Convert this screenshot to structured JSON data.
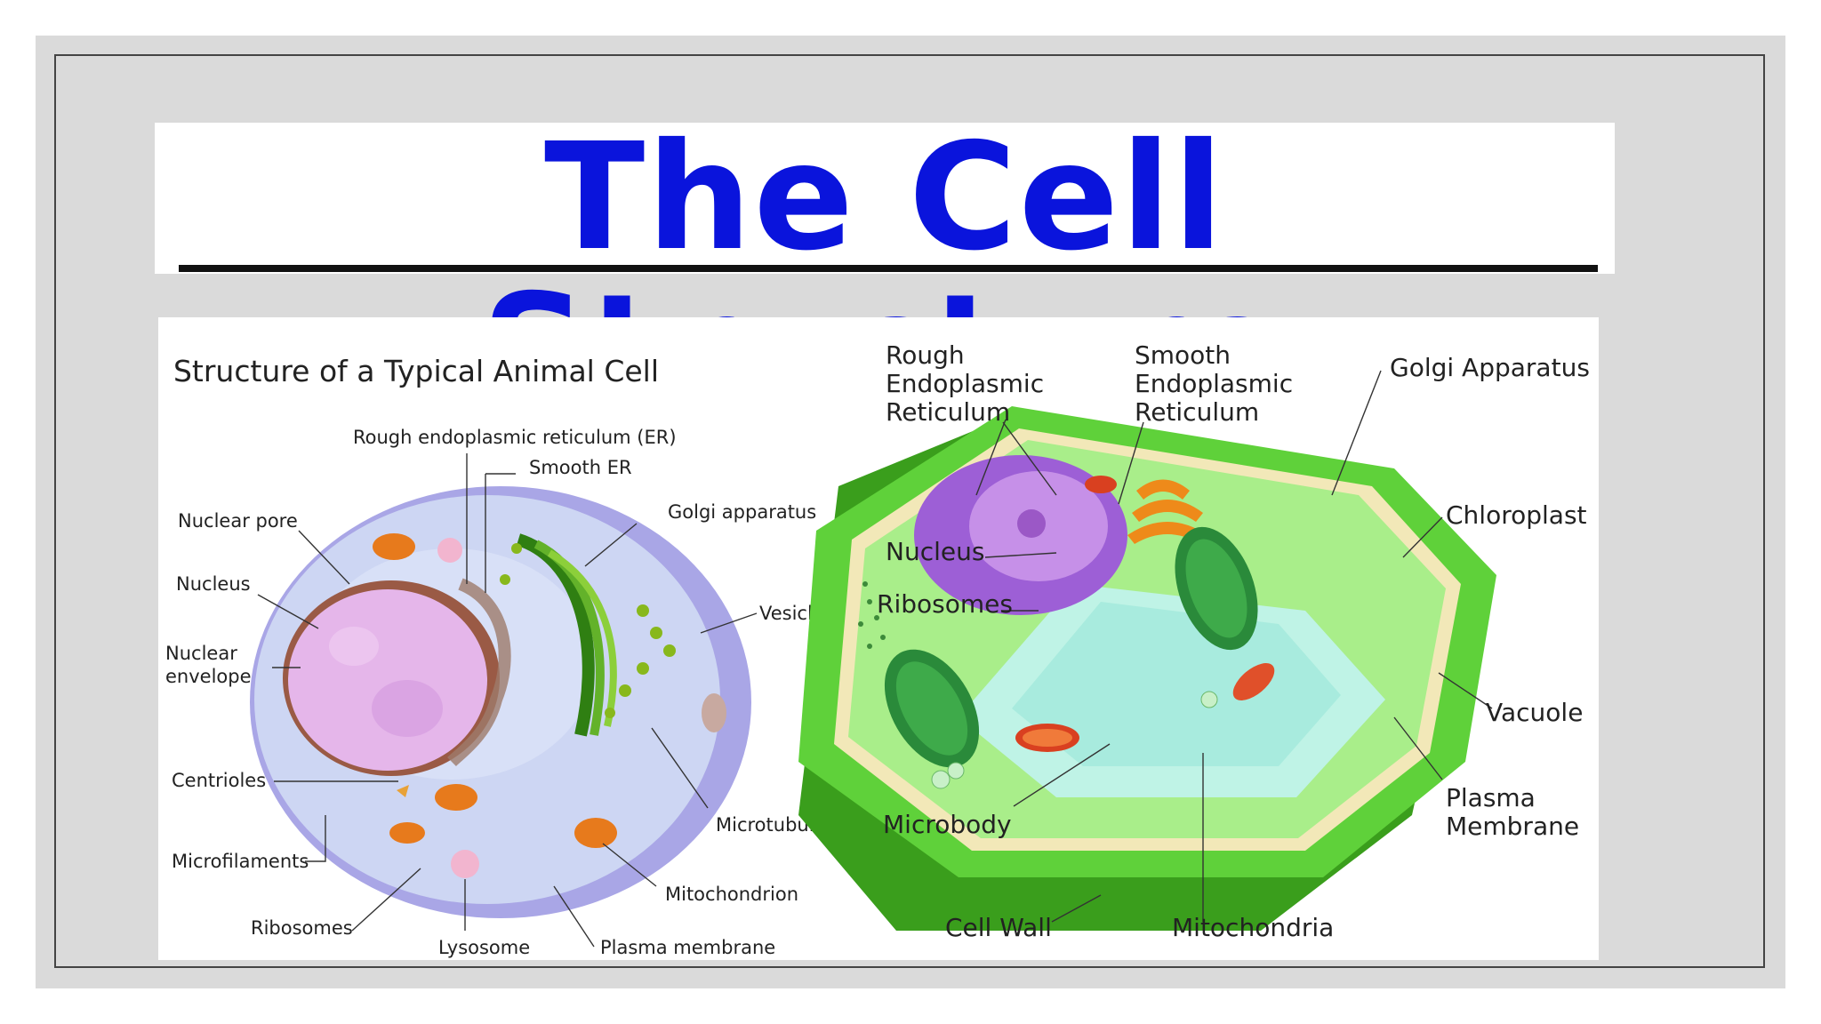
{
  "title": "The Cell Structure",
  "animal": {
    "heading": "Structure of a Typical Animal Cell",
    "labels": {
      "rough_er": "Rough endoplasmic reticulum (ER)",
      "smooth_er": "Smooth ER",
      "golgi": "Golgi apparatus",
      "nuclear_pore": "Nuclear pore",
      "nucleus": "Nucleus",
      "nuclear_envelope_1": "Nuclear",
      "nuclear_envelope_2": "envelope",
      "vesicles": "Vesicles",
      "centrioles": "Centrioles",
      "microtubules": "Microtubules",
      "microfilaments": "Microfilaments",
      "mitochondrion": "Mitochondrion",
      "ribosomes": "Ribosomes",
      "lysosome": "Lysosome",
      "plasma_membrane": "Plasma membrane"
    }
  },
  "plant": {
    "labels": {
      "rough_er_1": "Rough",
      "rough_er_2": "Endoplasmic",
      "rough_er_3": "Reticulum",
      "smooth_er_1": "Smooth",
      "smooth_er_2": "Endoplasmic",
      "smooth_er_3": "Reticulum",
      "golgi": "Golgi Apparatus",
      "chloroplast": "Chloroplast",
      "nucleus": "Nucleus",
      "ribosomes": "Ribosomes",
      "vacuole": "Vacuole",
      "plasma_membrane_1": "Plasma",
      "plasma_membrane_2": "Membrane",
      "microbody": "Microbody",
      "cell_wall": "Cell Wall",
      "mitochondria": "Mitochondria"
    }
  },
  "colors": {
    "title": "#0a14dc",
    "frame": "#dadada",
    "cell_wall": "#4cc52a",
    "cytoplasm_animal": "#c9cff0",
    "nucleus": "#d9a5e8"
  }
}
